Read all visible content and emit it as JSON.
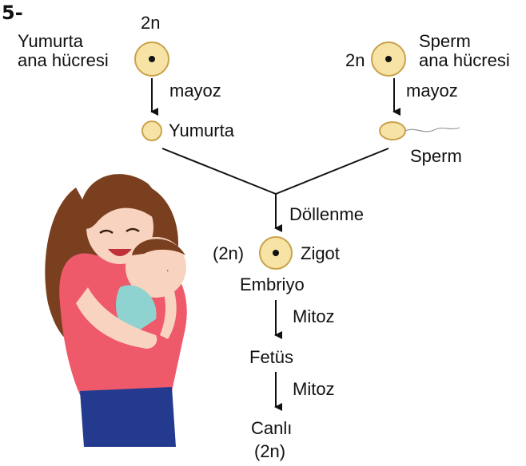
{
  "question_number": "5-",
  "egg_mother": {
    "ploidy": "2n",
    "line1": "Yumurta",
    "line2": "ana hücresi"
  },
  "sperm_mother": {
    "ploidy": "2n",
    "line1": "Sperm",
    "line2": "ana hücresi"
  },
  "left_division": "mayoz",
  "right_division": "mayoz",
  "egg": "Yumurta",
  "sperm": "Sperm",
  "fertilization": "Döllenme",
  "zygote": {
    "ploidy": "(2n)",
    "label": "Zigot"
  },
  "embryo": "Embriyo",
  "mitosis_1": "Mitoz",
  "fetus": "Fetüs",
  "mitosis_2": "Mitoz",
  "organism": {
    "label": "Canlı",
    "ploidy": "(2n)"
  },
  "colors": {
    "cell_fill": "#f7e3a6",
    "cell_stroke": "#c9a24a",
    "skin": "#f8d3c0",
    "hair": "#7a3f1f",
    "shirt": "#ee5a6a",
    "pants": "#233a8f"
  }
}
